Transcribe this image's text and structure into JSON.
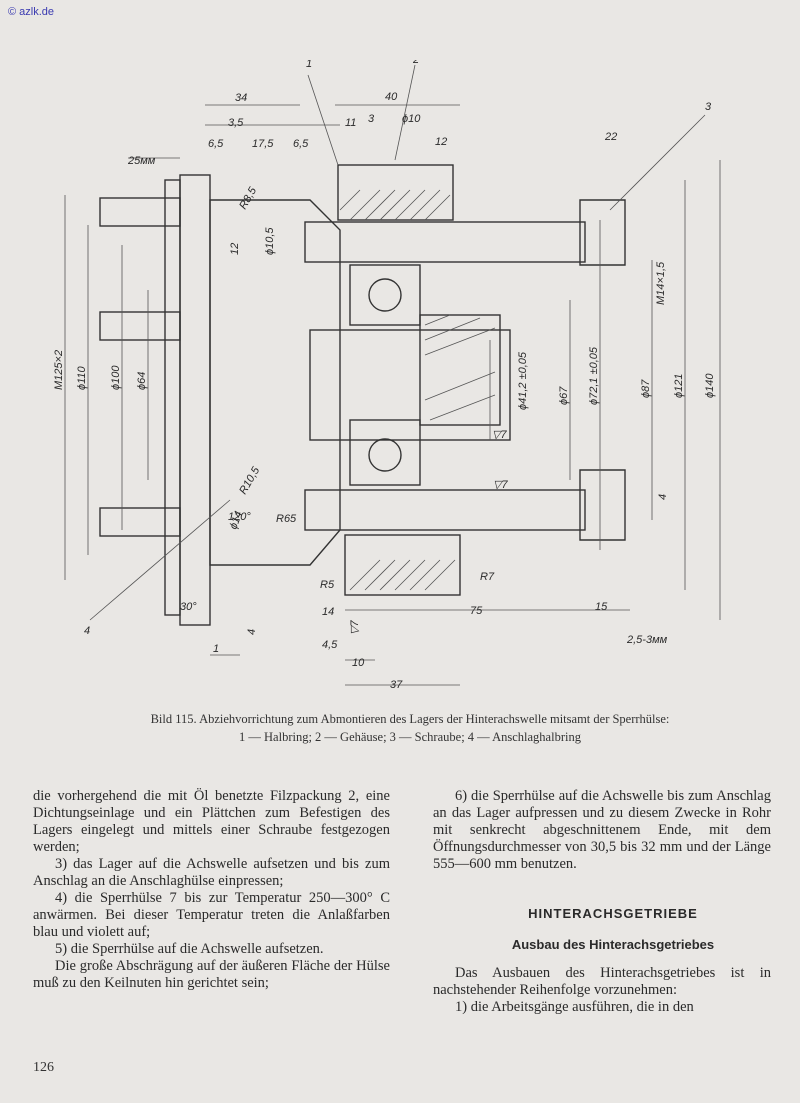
{
  "watermark": "© azlk.de",
  "figure": {
    "labels": {
      "d34": "34",
      "d40": "40",
      "d35": "3,5",
      "d11": "11",
      "d3": "3",
      "phi10": "ϕ10",
      "d65": "6,5",
      "d175": "17,5",
      "d65b": "6,5",
      "d12": "12",
      "d22": "22",
      "d25mm": "25мм",
      "r85": "R8,5",
      "phi105": "ϕ10,5",
      "d12b": "12",
      "m125": "M125×2",
      "phi110": "ϕ110",
      "phi100": "ϕ100",
      "phi64": "ϕ64",
      "phi412": "ϕ41,2 ±0,05",
      "phi67": "ϕ67",
      "phi721": "ϕ72,1 ±0,05",
      "phi87": "ϕ87",
      "phi121": "ϕ121",
      "phi140": "ϕ140",
      "m14": "M14×1,5",
      "tri7a": "▽7",
      "tri7b": "▽7",
      "d4": "4",
      "r105": "R10,5",
      "phi14": "ϕ14",
      "a120": "120°",
      "r65": "R65",
      "r5": "R5",
      "r7": "R7",
      "a30": "30°",
      "d14": "14",
      "d75": "75",
      "d15": "15",
      "d4b": "4",
      "d45": "4,5",
      "d10": "10",
      "d37": "37",
      "d1": "1",
      "d25": "2,5-3мм",
      "tri7c": "▽7",
      "p1": "1",
      "p2": "2",
      "p3": "3",
      "p4": "4"
    }
  },
  "caption": {
    "line1": "Bild 115. Abziehvorrichtung zum Abmontieren des Lagers der Hinterachswelle mitsamt der Sperrhülse:",
    "line2": "1 — Halbring; 2 — Gehäuse; 3 — Schraube; 4 — Anschlaghalbring"
  },
  "left_column": [
    "die vorhergehend die mit Öl benetzte Filzpackung 2, eine Dichtungseinlage und ein Plättchen zum Befestigen des Lagers eingelegt und mittels einer Schraube festgezogen werden;",
    "3) das Lager auf die Achswelle aufsetzen und bis zum Anschlag an die Anschlaghülse einpressen;",
    "4) die Sperrhülse 7 bis zur Temperatur 250—300° C anwärmen. Bei dieser Temperatur treten die Anlaßfarben blau und violett auf;",
    "5) die Sperrhülse auf die Achswelle aufsetzen.",
    "Die große Abschrägung auf der äußeren Fläche der Hülse muß zu den Keilnuten hin gerichtet sein;"
  ],
  "right_column": {
    "paragraph": "6) die Sperrhülse auf die Achswelle bis zum Anschlag an das Lager aufpressen und zu diesem Zwecke in Rohr mit senkrecht abgeschnittenem Ende, mit dem Öffnungsdurchmesser von 30,5 bis 32 mm und der Länge 555—600 mm benutzen.",
    "heading": "HINTERACHSGETRIEBE",
    "subheading": "Ausbau des Hinterachsgetriebes",
    "intro": "Das Ausbauen des Hinterachsgetriebes ist in nachstehender Reihenfolge vorzunehmen:",
    "item1": "1) die Arbeitsgänge ausführen, die in den"
  },
  "page_number": "126"
}
